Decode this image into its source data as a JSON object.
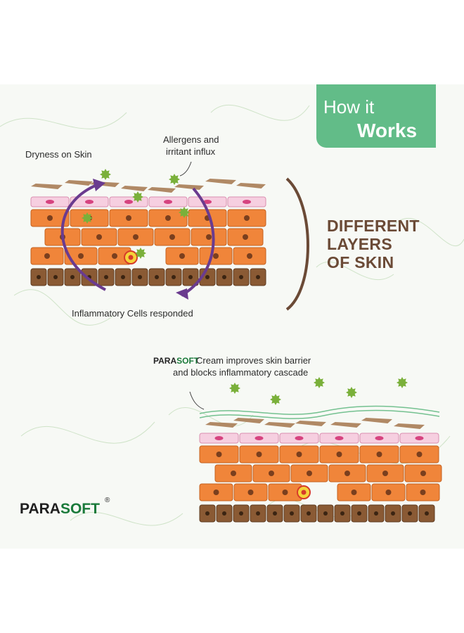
{
  "header": {
    "line1": "How it",
    "line2": "Works"
  },
  "labels": {
    "dryness": "Dryness on Skin",
    "allergens_1": "Allergens and",
    "allergens_2": "irritant influx",
    "inflammatory": "Inflammatory Cells responded",
    "cream_rest": " Cream improves skin barrier",
    "cream_2": "and blocks inflammatory cascade"
  },
  "layers_title": [
    "DIFFERENT",
    "LAYERS",
    "OF SKIN"
  ],
  "brand": {
    "part1": "PARA",
    "part2": "SOFT",
    "registered": "®"
  },
  "colors": {
    "header_bg": "#62bc88",
    "title_brown": "#6b4a36",
    "arrow_purple": "#6a3b8f",
    "flake_tan": "#b08965",
    "pink_cell": "#f6cfe0",
    "orange_cell": "#f0853a",
    "brown_cell": "#8a5a34",
    "allergen_green": "#7ab03a",
    "brand_green": "#1a7a3a"
  }
}
